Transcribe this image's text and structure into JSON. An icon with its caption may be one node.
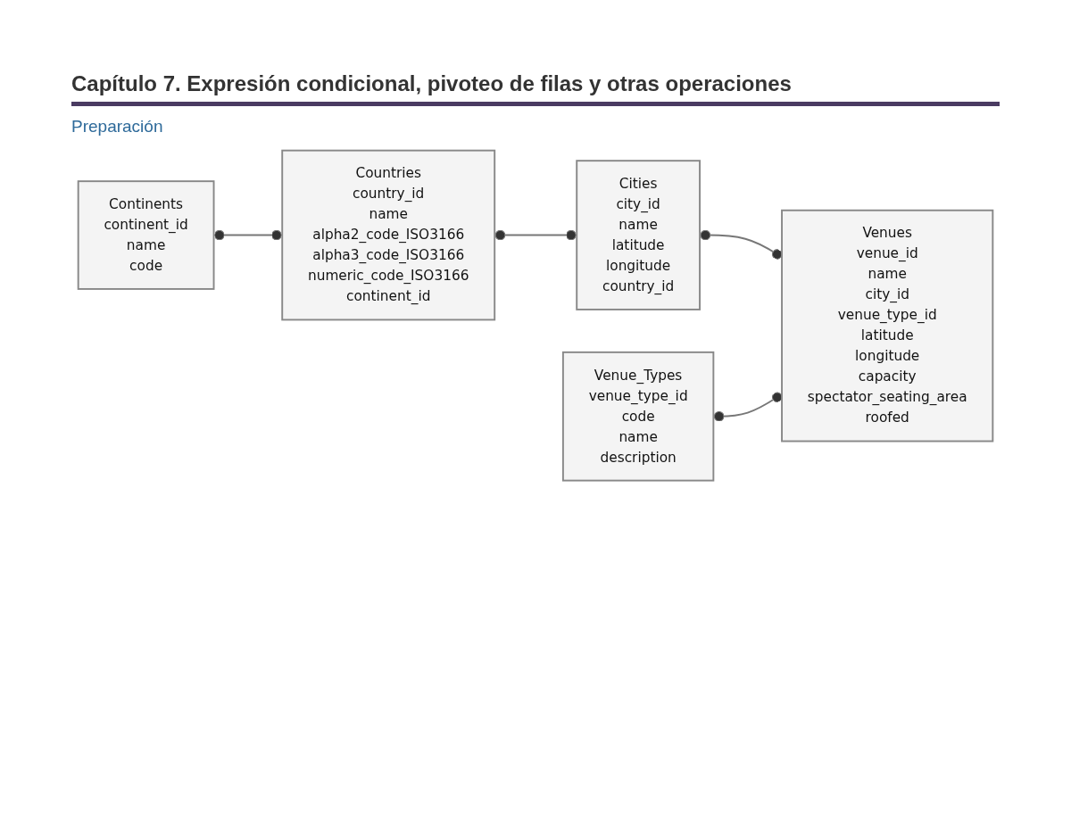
{
  "diagram": {
    "title": "Capítulo 7.  Expresión condicional, pivoteo de filas y otras operaciones",
    "nodes": [
      {
        "text": [
          "Continents",
          "continent_id",
          "name",
          "code"
        ]
      },
      {
        "text": [
          "Countries",
          "country_id",
          "name",
          "alpha2_code_ISO3166",
          "alpha3_code_ISO3166",
          "numeric_code_ISO3166",
          "continent_id"
        ]
      },
      {
        "text": [
          "Cities",
          "city_id",
          "name",
          "latitude",
          "longitude",
          "country_id"
        ]
      },
      {
        "text": [
          "Venues",
          "venue_id",
          "name",
          "city_id",
          "venue_type_id",
          "latitude",
          "longitude",
          "capacity",
          "spectator_seating_area",
          "roofed"
        ]
      },
      {
        "text": [
          "Venue_Types",
          "venue_type_id",
          "code",
          "name",
          "description"
        ]
      }
    ],
    "edges": [
      {
        "from": 0,
        "to": 1,
        "arrow": "other"
      },
      {
        "from": 1,
        "to": 2,
        "arrow": "other"
      },
      {
        "from": 2,
        "to": 3,
        "arrow": "other"
      },
      {
        "from": 4,
        "to": 3,
        "arrow": "other"
      }
    ],
    "labels": [
      "Preparación"
    ]
  }
}
